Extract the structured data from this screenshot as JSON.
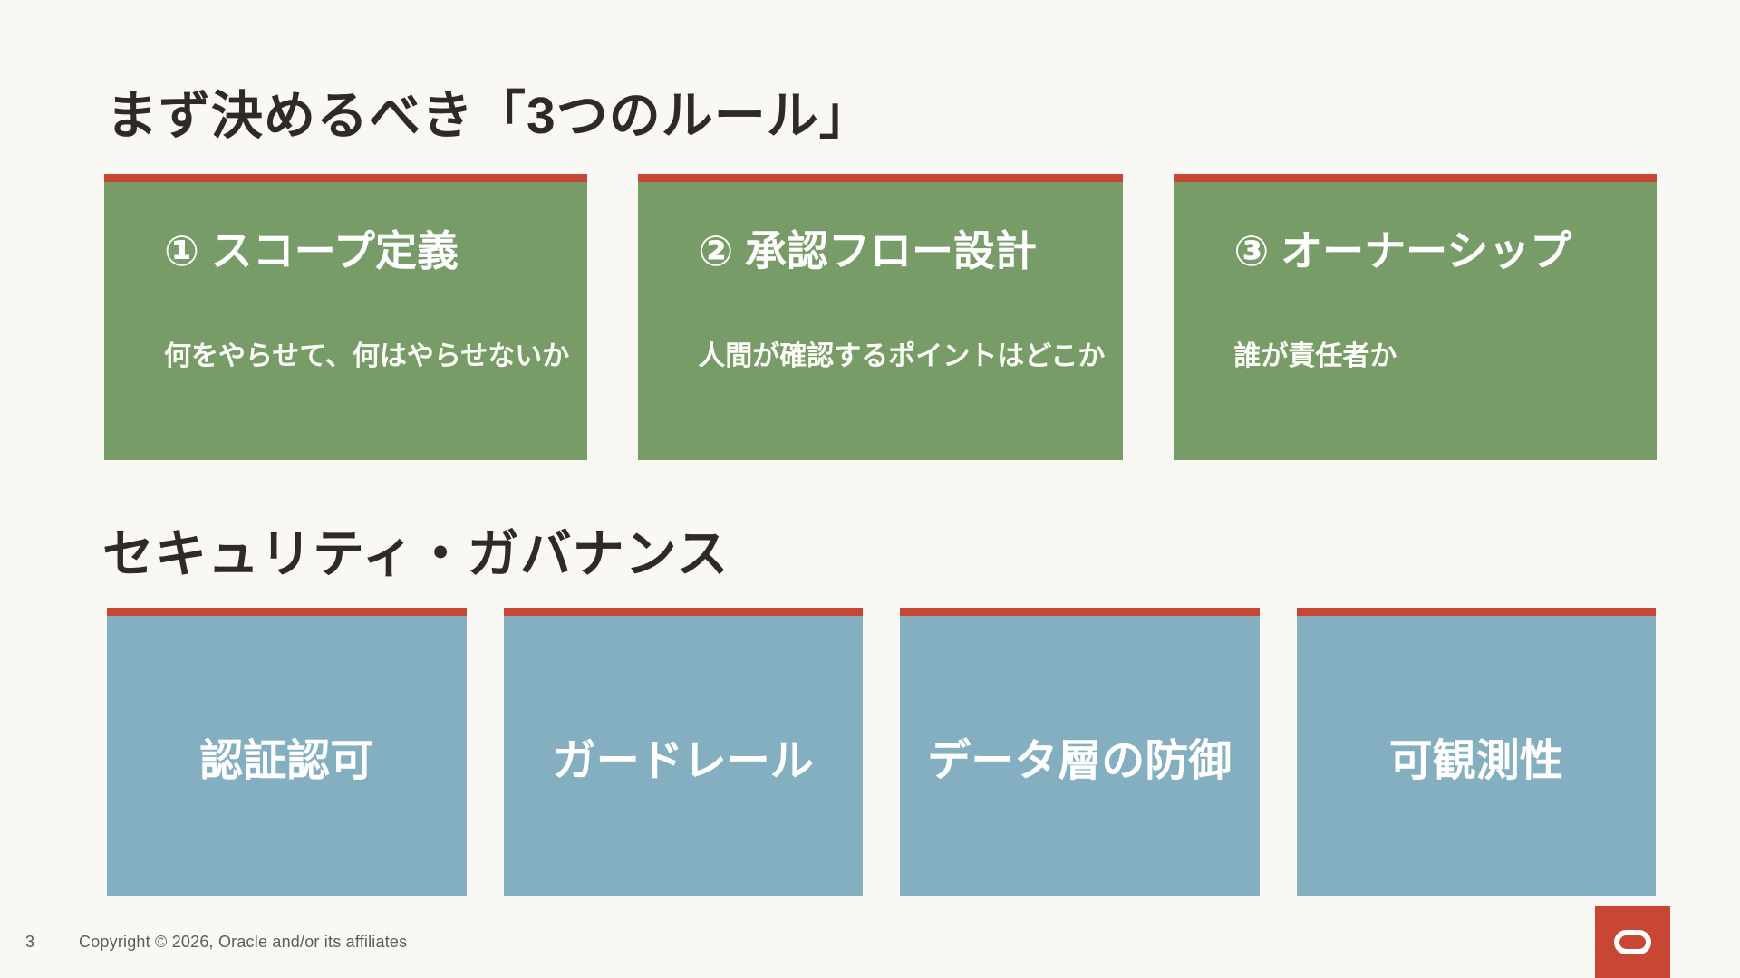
{
  "slide": {
    "title": "まず決めるべき「3つのルール」",
    "section2_title": "セキュリティ・ガバナンス",
    "rule_cards": [
      {
        "title": "① スコープ定義",
        "subtitle": "何をやらせて、何はやらせないか"
      },
      {
        "title": "② 承認フロー設計",
        "subtitle": "人間が確認するポイントはどこか"
      },
      {
        "title": "③ オーナーシップ",
        "subtitle": "誰が責任者か"
      }
    ],
    "security_cards": [
      {
        "label": "認証認可"
      },
      {
        "label": "ガードレール"
      },
      {
        "label": "データ層の防御"
      },
      {
        "label": "可観測性"
      }
    ],
    "footer": {
      "page_number": "3",
      "copyright": "Copyright © 2026, Oracle and/or its affiliates"
    },
    "logo": {
      "name": "oracle-logo"
    },
    "colors": {
      "accent_red": "#C74634",
      "card_green": "#779C68",
      "card_blue": "#84AFC1",
      "background": "#FAF8F4",
      "heading_text": "#2E2A27",
      "footer_text": "#5C5C5C"
    }
  }
}
